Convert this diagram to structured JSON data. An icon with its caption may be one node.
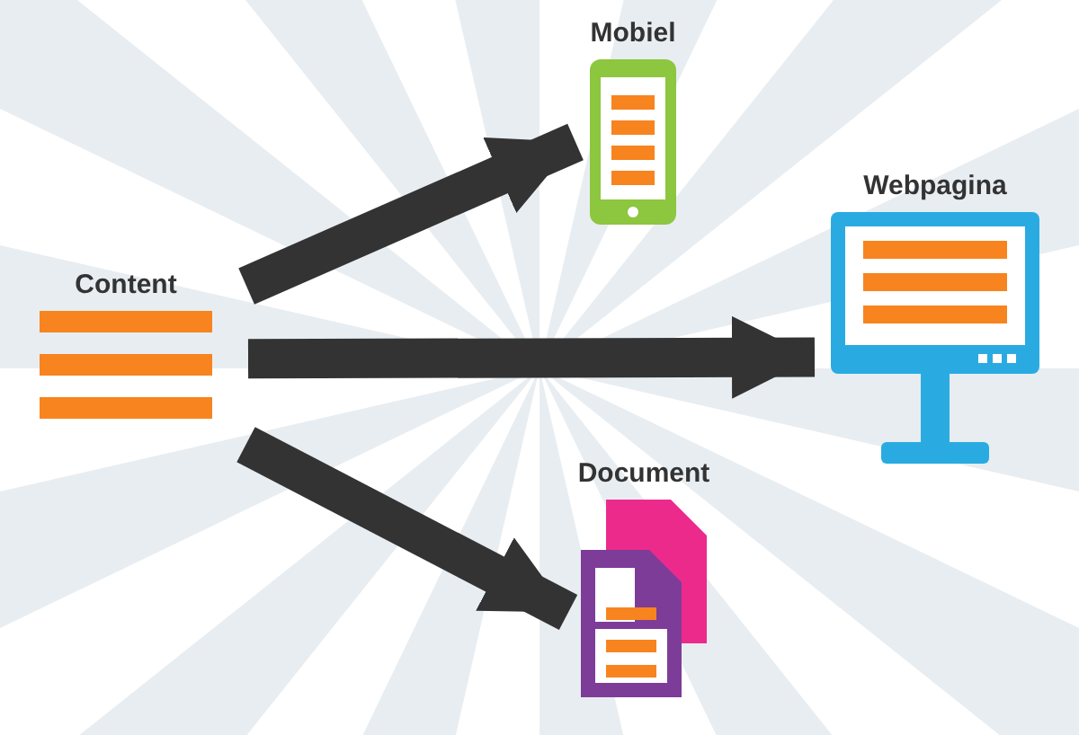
{
  "diagram": {
    "nodes": [
      {
        "text": [
          "Content"
        ]
      },
      {
        "text": [
          "Mobiel"
        ]
      },
      {
        "text": [
          "Webpagina"
        ]
      },
      {
        "text": [
          "Document"
        ]
      }
    ],
    "edges": [
      {
        "from": 0,
        "to": 1,
        "arrow": "to"
      },
      {
        "from": 0,
        "to": 2,
        "arrow": "to"
      },
      {
        "from": 0,
        "to": 3,
        "arrow": "to"
      }
    ]
  }
}
